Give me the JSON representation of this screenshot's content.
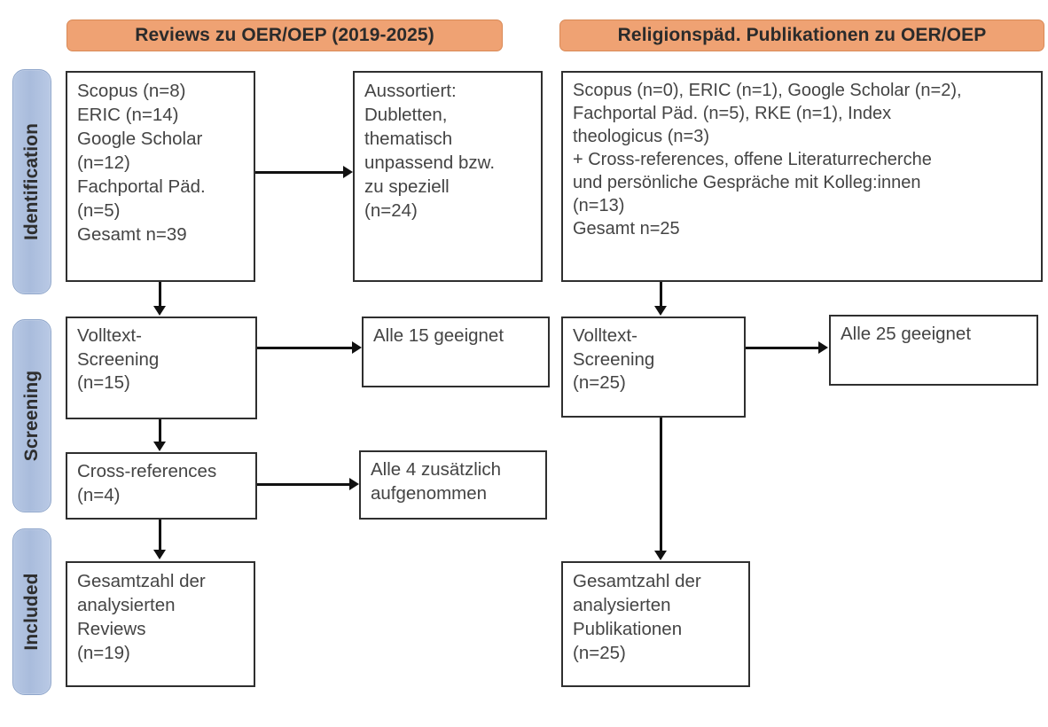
{
  "figure": {
    "type": "prisma-flow-diagram",
    "columns": [
      {
        "id": "left",
        "header": "Reviews zu OER/OEP (2019-2025)"
      },
      {
        "id": "right",
        "header": "Religionspäd. Publikationen zu OER/OEP"
      }
    ],
    "stages": [
      {
        "id": "identification",
        "label": "Identification"
      },
      {
        "id": "screening",
        "label": "Screening"
      },
      {
        "id": "included",
        "label": "Included"
      }
    ],
    "colors": {
      "header_fill": "#efa273",
      "header_border": "#d98a57",
      "stage_fill": "#a9bcdc",
      "stage_border": "#8fa6cb",
      "box_border": "#2f2f2f",
      "box_fill": "#ffffff",
      "text": "#444444",
      "connector": "#111111"
    }
  },
  "left_column": {
    "header": "Reviews zu OER/OEP (2019-2025)",
    "sources_box": {
      "lines": [
        "Scopus (n=8)",
        "ERIC (n=14)",
        "Google Scholar",
        "(n=12)",
        "Fachportal Päd.",
        "(n=5)",
        "Gesamt n=39"
      ]
    },
    "excluded_box": {
      "lines": [
        "Aussortiert:",
        "Dubletten,",
        "thematisch",
        "unpassend bzw.",
        "zu speziell",
        "(n=24)"
      ]
    },
    "fulltext_box": {
      "lines": [
        "Volltext-",
        "Screening",
        "(n=15)"
      ]
    },
    "fulltext_result_box": {
      "lines": [
        "Alle 15 geeignet"
      ]
    },
    "crossref_box": {
      "lines": [
        "Cross-references",
        "(n=4)"
      ]
    },
    "crossref_result_box": {
      "lines": [
        "Alle 4 zusätzlich",
        "aufgenommen"
      ]
    },
    "included_box": {
      "lines": [
        "Gesamtzahl der",
        "analysierten",
        "Reviews",
        "(n=19)"
      ]
    }
  },
  "right_column": {
    "header": "Religionspäd. Publikationen zu OER/OEP",
    "sources_box": {
      "lines": [
        "Scopus (n=0), ERIC (n=1), Google Scholar (n=2),",
        "Fachportal Päd. (n=5), RKE (n=1), Index",
        "theologicus (n=3)",
        "+ Cross-references, offene Literaturrecherche",
        "und persönliche Gespräche mit Kolleg:innen",
        "(n=13)",
        "Gesamt n=25"
      ]
    },
    "fulltext_box": {
      "lines": [
        "Volltext-",
        "Screening",
        "(n=25)"
      ]
    },
    "fulltext_result_box": {
      "lines": [
        "Alle 25 geeignet"
      ]
    },
    "included_box": {
      "lines": [
        "Gesamtzahl der",
        "analysierten",
        "Publikationen",
        "(n=25)"
      ]
    }
  },
  "counts": {
    "left_scopus": 8,
    "left_eric": 14,
    "left_google_scholar": 12,
    "left_fachportal": 5,
    "left_total": 39,
    "left_excluded": 24,
    "left_fulltext": 15,
    "left_crossrefs": 4,
    "left_included": 19,
    "right_scopus": 0,
    "right_eric": 1,
    "right_google_scholar": 2,
    "right_fachportal": 5,
    "right_rke": 1,
    "right_index_theologicus": 3,
    "right_other_sources": 13,
    "right_total": 25,
    "right_fulltext": 25,
    "right_included": 25
  }
}
